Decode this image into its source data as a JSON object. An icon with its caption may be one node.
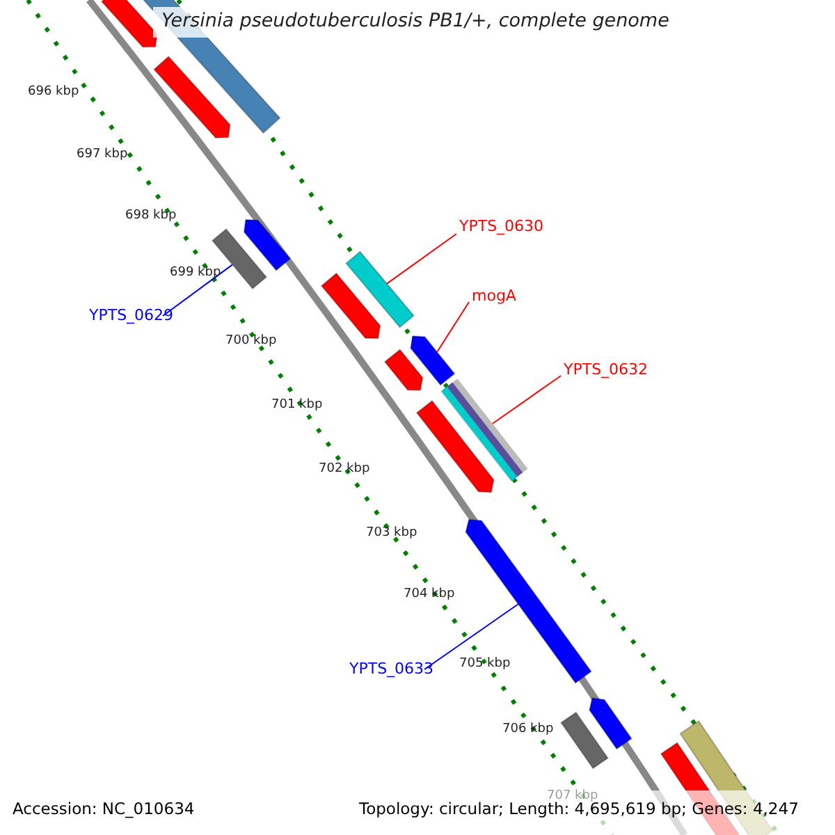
{
  "diagram": {
    "title": "Yersinia pseudotuberculosis PB1/+, complete genome",
    "nodes": [
      {
        "text": [
          "YPTS_0630"
        ]
      },
      {
        "text": [
          "mogA"
        ]
      },
      {
        "text": [
          "YPTS_0629"
        ]
      },
      {
        "text": [
          "YPTS_0632"
        ]
      },
      {
        "text": [
          "YPTS_0633"
        ]
      },
      {
        "text": [],
        "shape": "bar"
      },
      {
        "text": [],
        "shape": "bar"
      },
      {
        "text": [],
        "shape": "bar"
      },
      {
        "text": [],
        "shape": "bar"
      },
      {
        "text": [],
        "shape": "bar"
      },
      {
        "text": [],
        "shape": "bar"
      },
      {
        "text": [],
        "shape": "bar"
      },
      {
        "text": [],
        "shape": "bar"
      },
      {
        "text": [],
        "shape": "bar"
      },
      {
        "text": [],
        "shape": "bar"
      },
      {
        "text": [],
        "shape": "bar"
      },
      {
        "text": [],
        "shape": "bar"
      },
      {
        "text": [],
        "shape": "bar"
      },
      {
        "text": [],
        "shape": "bar"
      },
      {
        "text": [],
        "shape": "bar"
      },
      {
        "text": [],
        "shape": "bar"
      }
    ],
    "edges": [
      {
        "from": 0,
        "to": 10,
        "arrow": "none"
      },
      {
        "from": 1,
        "to": 12,
        "arrow": "none"
      },
      {
        "from": 2,
        "to": 9,
        "arrow": "none",
        "color": "#0000ff"
      },
      {
        "from": 3,
        "to": 14,
        "arrow": "none"
      },
      {
        "from": 4,
        "to": 16,
        "arrow": "none",
        "color": "#0000ff"
      }
    ],
    "labels": [
      "696 kbp",
      "697 kbp",
      "698 kbp",
      "699 kbp",
      "700 kbp",
      "701 kbp",
      "702 kbp",
      "703 kbp",
      "704 kbp",
      "705 kbp",
      "706 kbp",
      "707 kbp",
      "Accession: NC_010634",
      "Topology: circular; Length: 4,695,619 bp; Genes: 4,247"
    ]
  }
}
